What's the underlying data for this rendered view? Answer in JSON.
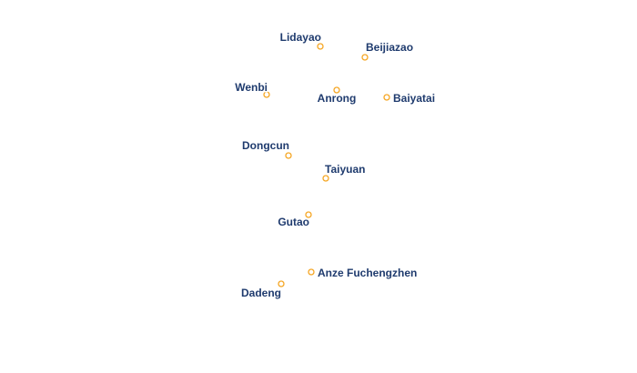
{
  "map": {
    "marker_color": "#f5a623",
    "marker_fill": "#ffffff",
    "label_color": "#1f3b6e",
    "marker_icon": "circle-marker-icon",
    "places": [
      {
        "name": "Lidayao"
      },
      {
        "name": "Beijiazao"
      },
      {
        "name": "Wenbi"
      },
      {
        "name": "Anrong"
      },
      {
        "name": "Baiyatai"
      },
      {
        "name": "Dongcun"
      },
      {
        "name": "Taiyuan"
      },
      {
        "name": "Gutao"
      },
      {
        "name": "Anze Fuchengzhen"
      },
      {
        "name": "Dadeng"
      }
    ]
  }
}
